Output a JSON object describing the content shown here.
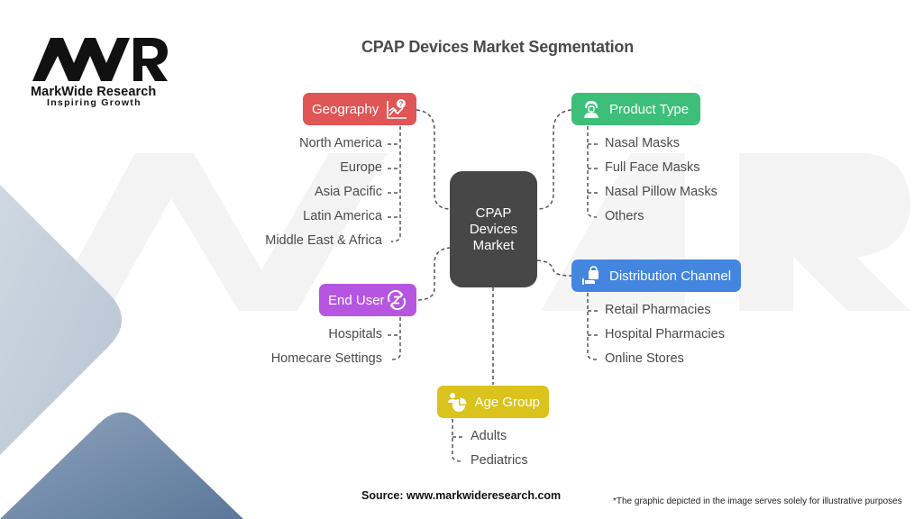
{
  "title": "CPAP Devices Market Segmentation",
  "logo": {
    "name": "MarkWide Research",
    "tagline": "Inspiring Growth",
    "mark": "MWR"
  },
  "center": {
    "label": "CPAP Devices Market"
  },
  "colors": {
    "geography": "#e05555",
    "product_type": "#3dbf7a",
    "distribution_channel": "#4485e0",
    "end_user": "#b656e0",
    "age_group": "#d9c31c",
    "center": "#474747",
    "text": "#4a4a4a"
  },
  "segments": {
    "geography": {
      "label": "Geography",
      "icon": "chart-question-icon",
      "items": [
        "North America",
        "Europe",
        "Asia Pacific",
        "Latin America",
        "Middle East & Africa"
      ]
    },
    "product_type": {
      "label": "Product Type",
      "icon": "cpap-mask-user-icon",
      "items": [
        "Nasal Masks",
        "Full Face Masks",
        "Nasal Pillow Masks",
        "Others"
      ]
    },
    "distribution_channel": {
      "label": "Distribution Channel",
      "icon": "hand-shopping-bag-icon",
      "items": [
        "Retail Pharmacies",
        "Hospital Pharmacies",
        "Online Stores"
      ]
    },
    "end_user": {
      "label": "End User",
      "icon": "sleep-cycle-icon",
      "items": [
        "Hospitals",
        "Homecare Settings"
      ]
    },
    "age_group": {
      "label": "Age Group",
      "icon": "users-pie-icon",
      "items": [
        "Adults",
        "Pediatrics"
      ]
    }
  },
  "footer": {
    "source": "Source: www.markwideresearch.com",
    "note": "*The graphic depicted in the image serves solely for illustrative purposes"
  }
}
